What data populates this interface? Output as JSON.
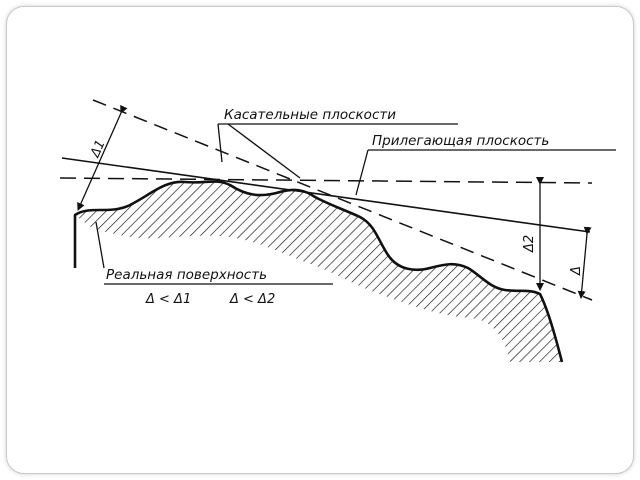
{
  "diagram": {
    "labels": {
      "tangent_planes": "Касательные плоскости",
      "adjacent_plane": "Прилегающая плоскость",
      "real_surface": "Реальная поверхность",
      "delta_1": "Δ1",
      "delta_2": "Δ2",
      "delta": "Δ",
      "ineq_1": "Δ < Δ1",
      "ineq_2": "Δ < Δ2"
    },
    "colors": {
      "ink": "#111111",
      "frame_border": "#c9c9c9",
      "background": "#ffffff"
    }
  }
}
